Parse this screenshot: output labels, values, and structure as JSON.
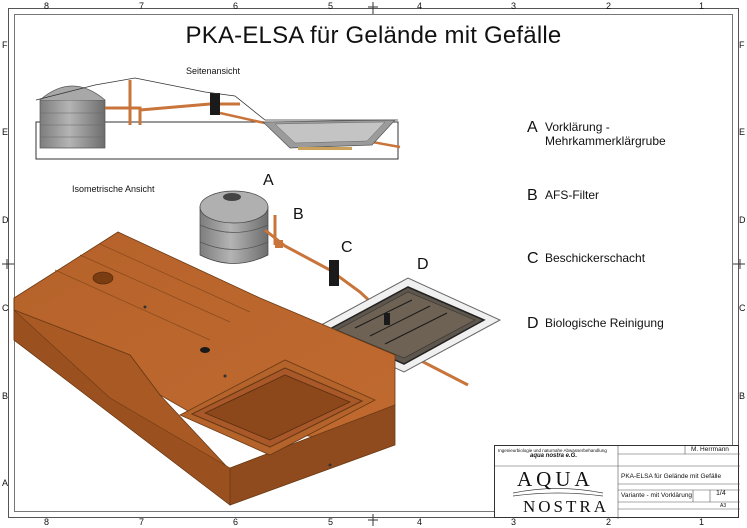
{
  "title": "PKA-ELSA für Gelände mit Gefälle",
  "views": {
    "side_label": "Seitenansicht",
    "iso_label": "Isometrische Ansicht"
  },
  "component_letters": [
    "A",
    "B",
    "C",
    "D"
  ],
  "legend": [
    {
      "key": "A",
      "text": "Vorklärung -",
      "text2": "Mehrkammerklärgrube"
    },
    {
      "key": "B",
      "text": "AFS-Filter"
    },
    {
      "key": "C",
      "text": "Beschickerschacht"
    },
    {
      "key": "D",
      "text": "Biologische Reinigung"
    }
  ],
  "border_scale": {
    "top": [
      "8",
      "7",
      "6",
      "5",
      "4",
      "3",
      "2",
      "1"
    ],
    "left": [
      "F",
      "E",
      "D",
      "C",
      "B",
      "A"
    ]
  },
  "title_block": {
    "company_line": "Ingenieurbiologie und naturnahe Abwasserbehandlung",
    "company": "aqua nostra e.G.",
    "logo_top": "AQUA",
    "logo_bottom": "NOSTRA",
    "author": "M. Herrmann",
    "drawing_title": "PKA-ELSA für Gelände mit Gefälle",
    "variant": "Variante - mit Vorklärung",
    "sheet": "1/4",
    "format": "A3"
  },
  "colors": {
    "terrain": "#b8652c",
    "terrain_dark": "#8a4a1c",
    "pipe": "#c8743a",
    "tank": "#9a9a9a",
    "basin": "#6b5a4a"
  }
}
